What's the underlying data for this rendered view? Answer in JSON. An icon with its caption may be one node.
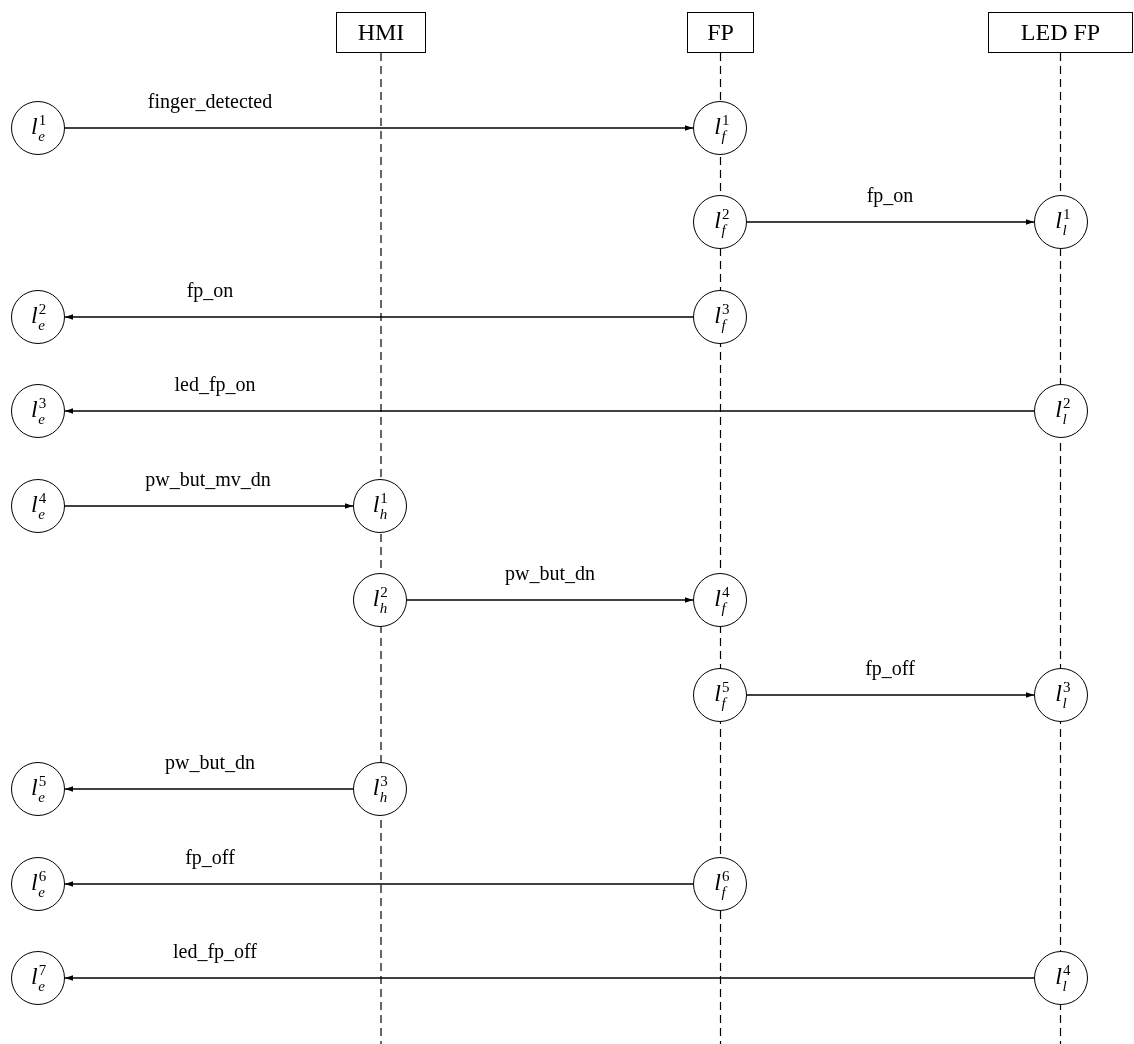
{
  "diagram": {
    "nodes": [
      {
        "text": [
          "HMI"
        ]
      },
      {
        "text": [
          "FP"
        ]
      },
      {
        "text": [
          "LED FP"
        ]
      },
      {
        "text": [
          "*l*$^{1}$$_{e}$"
        ]
      },
      {
        "text": [
          "*l*$^{1}$$_{f}$"
        ]
      },
      {
        "text": [
          "*l*$^{2}$$_{f}$"
        ]
      },
      {
        "text": [
          "*l*$^{1}$$_{l}$"
        ]
      },
      {
        "text": [
          "*l*$^{2}$$_{e}$"
        ]
      },
      {
        "text": [
          "*l*$^{3}$$_{f}$"
        ]
      },
      {
        "text": [
          "*l*$^{3}$$_{e}$"
        ]
      },
      {
        "text": [
          "*l*$^{2}$$_{l}$"
        ]
      },
      {
        "text": [
          "*l*$^{4}$$_{e}$"
        ]
      },
      {
        "text": [
          "*l*$^{1}$$_{h}$"
        ]
      },
      {
        "text": [
          "*l*$^{2}$$_{h}$"
        ]
      },
      {
        "text": [
          "*l*$^{4}$$_{f}$"
        ]
      },
      {
        "text": [
          "*l*$^{5}$$_{f}$"
        ]
      },
      {
        "text": [
          "*l*$^{3}$$_{l}$"
        ]
      },
      {
        "text": [
          "*l*$^{5}$$_{e}$"
        ]
      },
      {
        "text": [
          "*l*$^{3}$$_{h}$"
        ]
      },
      {
        "text": [
          "*l*$^{6}$$_{e}$"
        ]
      },
      {
        "text": [
          "*l*$^{6}$$_{f}$"
        ]
      },
      {
        "text": [
          "*l*$^{7}$$_{e}$"
        ]
      },
      {
        "text": [
          "*l*$^{4}$$_{l}$"
        ]
      }
    ],
    "edges": [
      {
        "from": 3,
        "to": 4,
        "arrow": "to",
        "label": "finger_detected"
      },
      {
        "from": 5,
        "to": 6,
        "arrow": "to",
        "label": "fp_on"
      },
      {
        "from": 8,
        "to": 7,
        "arrow": "to",
        "label": "fp_on"
      },
      {
        "from": 10,
        "to": 9,
        "arrow": "to",
        "label": "led_fp_on"
      },
      {
        "from": 11,
        "to": 12,
        "arrow": "to",
        "label": "pw_but_mv_dn"
      },
      {
        "from": 13,
        "to": 14,
        "arrow": "to",
        "label": "pw_but_dn"
      },
      {
        "from": 15,
        "to": 16,
        "arrow": "to",
        "label": "fp_off"
      },
      {
        "from": 18,
        "to": 17,
        "arrow": "to",
        "label": "pw_but_dn"
      },
      {
        "from": 20,
        "to": 19,
        "arrow": "to",
        "label": "fp_off"
      },
      {
        "from": 22,
        "to": 21,
        "arrow": "to",
        "label": "led_fp_off"
      }
    ]
  }
}
